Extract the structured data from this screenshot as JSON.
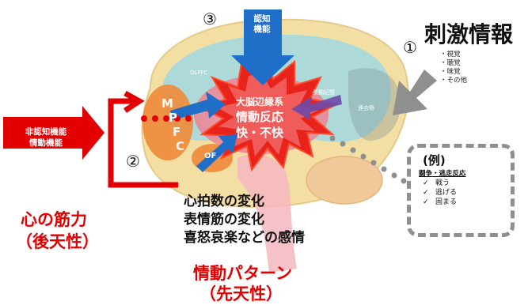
{
  "stimulus": {
    "title": "刺激情報",
    "items": [
      "・視覚",
      "・聴覚",
      "・味覚",
      "・その他"
    ]
  },
  "numbers": {
    "one": "①",
    "two": "②",
    "three": "③"
  },
  "left_input": {
    "line1": "非認知機能",
    "line2": "情動機能"
  },
  "cognitive": {
    "line1": "認知",
    "line2": "機能"
  },
  "burst": {
    "line1": "大脳辺縁系",
    "line2": "情動反応",
    "line3": "快・不快"
  },
  "mpfc": [
    "M",
    "P",
    "F",
    "C"
  ],
  "regions": {
    "dlpfc": "DLPFC",
    "longterm": "長期記憶",
    "assoc": "連合野",
    "ofc": "OF"
  },
  "outputs": [
    "心拍数の変化",
    "表情筋の変化",
    "喜怒哀楽などの感情"
  ],
  "mind_muscle": {
    "line1": "心の筋力",
    "line2": "（後天性）"
  },
  "emotion_pattern": {
    "line1": "情動パターン",
    "line2": "（先天性）"
  },
  "example": {
    "title": "(例)",
    "subtitle": "闘争・逃走反応",
    "items": [
      "戦う",
      "逃げる",
      "固まる"
    ],
    "check": "✓"
  },
  "colors": {
    "red": "#e20000",
    "blue": "#1f6ec8",
    "brain_outer": "#f3dfa4",
    "brain_inner": "#a9d9dc",
    "gray": "#8f8f8f"
  }
}
